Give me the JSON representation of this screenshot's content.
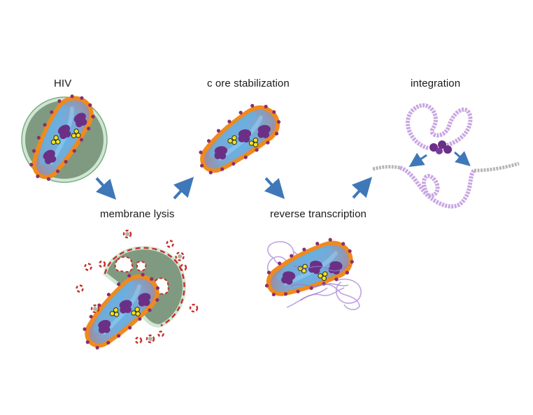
{
  "diagram": {
    "labels": {
      "hiv": "HIV",
      "core_stabilization": "c ore stabilization",
      "integration": "integration",
      "membrane_lysis": "membrane lysis",
      "reverse_transcription": "reverse transcription"
    },
    "colors": {
      "membrane_fill": "#7f9a80",
      "membrane_edge": "#cfe6d2",
      "capsid_orange": "#ef8a1c",
      "capsid_inner": "#8aa4c4",
      "rna_blue": "#4aa8e2",
      "dots": "#8b2f6e",
      "enzyme_purple": "#6b2f86",
      "enzyme_yellow": "#f2e216",
      "lysis_red": "#c8302a",
      "dna_lavender": "#c9a5e3",
      "host_dna_grey": "#b6b6b6",
      "arrow_blue": "#3f78b8"
    }
  }
}
